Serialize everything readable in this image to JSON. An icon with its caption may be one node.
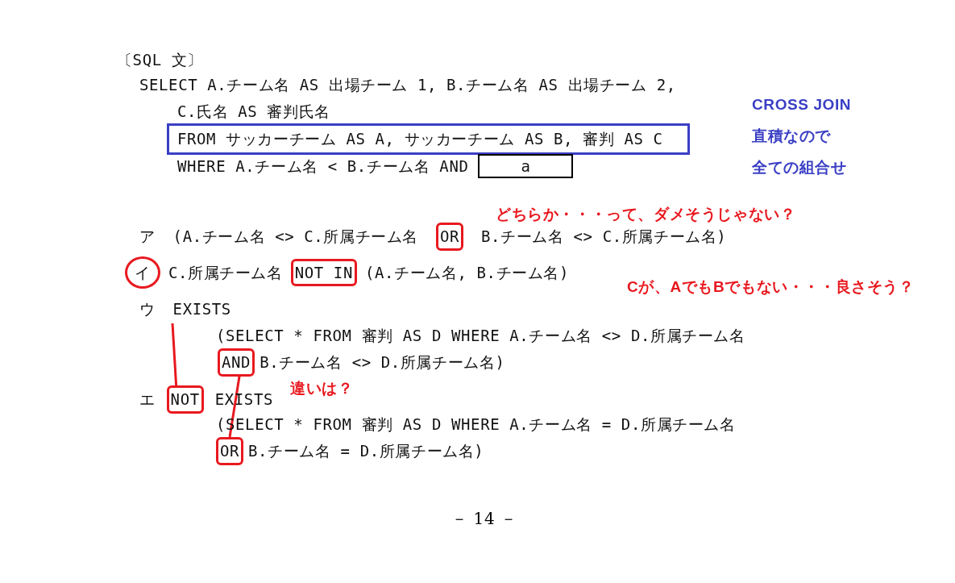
{
  "diagram": {
    "nodes": [
      {
        "text": [
          "FROM サッカーチーム AS A, サッカーチーム AS B, 審判 AS C"
        ]
      },
      {
        "text": [
          "a"
        ]
      },
      {
        "text": [
          "OR"
        ]
      },
      {
        "text": [
          "イ"
        ]
      },
      {
        "text": [
          "NOT IN"
        ]
      },
      {
        "text": [
          "AND"
        ]
      },
      {
        "text": [
          "NOT"
        ]
      },
      {
        "text": [
          "OR"
        ]
      }
    ],
    "edges": [
      {
        "from": null,
        "to": 6,
        "arrow": "none"
      },
      {
        "from": 5,
        "to": 7,
        "arrow": "none"
      }
    ],
    "labels": [
      "〔SQL 文〕",
      "SELECT A.チーム名 AS 出場チーム 1, B.チーム名 AS 出場チーム 2,",
      "C.氏名 AS 審判氏名",
      "CROSS JOIN",
      "直積なので",
      "WHERE A.チーム名 < B.チーム名 AND",
      "全ての組合せ",
      "どちらか・・・って、ダメそうじゃない？",
      "ア",
      "(A.チーム名 <> C.所属チーム名",
      "B.チーム名 <> C.所属チーム名)",
      "C.所属チーム名",
      "(A.チーム名, B.チーム名)",
      "Cが、AでもBでもない・・・良さそう？",
      "ウ",
      "EXISTS",
      "(SELECT * FROM 審判 AS D WHERE A.チーム名 <> D.所属チーム名",
      "B.チーム名 <> D.所属チーム名)",
      "エ",
      "EXISTS",
      "違いは？",
      "(SELECT * FROM 審判 AS D WHERE A.チーム名 = D.所属チーム名",
      "B.チーム名 = D.所属チーム名)",
      "－ 14 －"
    ]
  }
}
